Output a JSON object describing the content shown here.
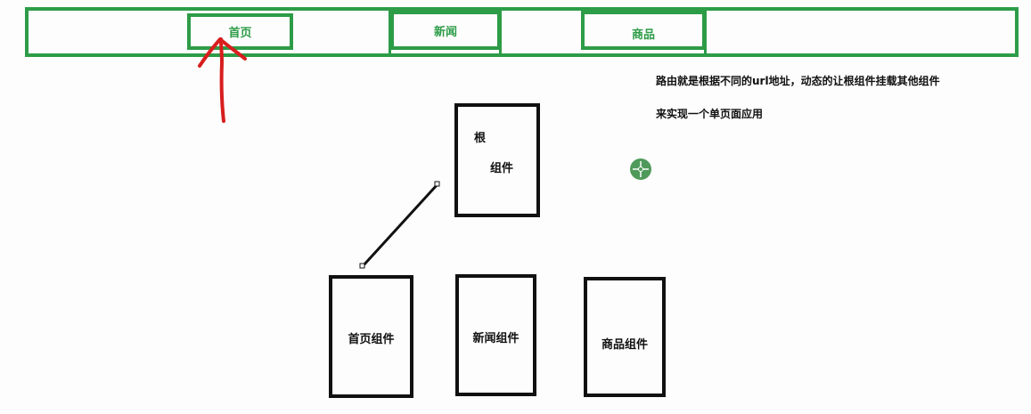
{
  "nav": {
    "home": "首页",
    "news": "新闻",
    "goods": "商品"
  },
  "root": {
    "char": "根",
    "comp": "组件"
  },
  "components": {
    "home": "首页组件",
    "news": "新闻组件",
    "goods": "商品组件"
  },
  "notes": {
    "line1": "路由就是根据不同的url地址，动态的让根组件挂载其他组件",
    "line2": "来实现一个单页面应用"
  },
  "colors": {
    "nav_green": "#2d9c47",
    "arrow_red": "#d81e1e",
    "cursor_green": "#4f9a5a"
  },
  "icons": {
    "pointer": "red-up-arrow-icon",
    "cursor": "move-cursor-icon"
  }
}
